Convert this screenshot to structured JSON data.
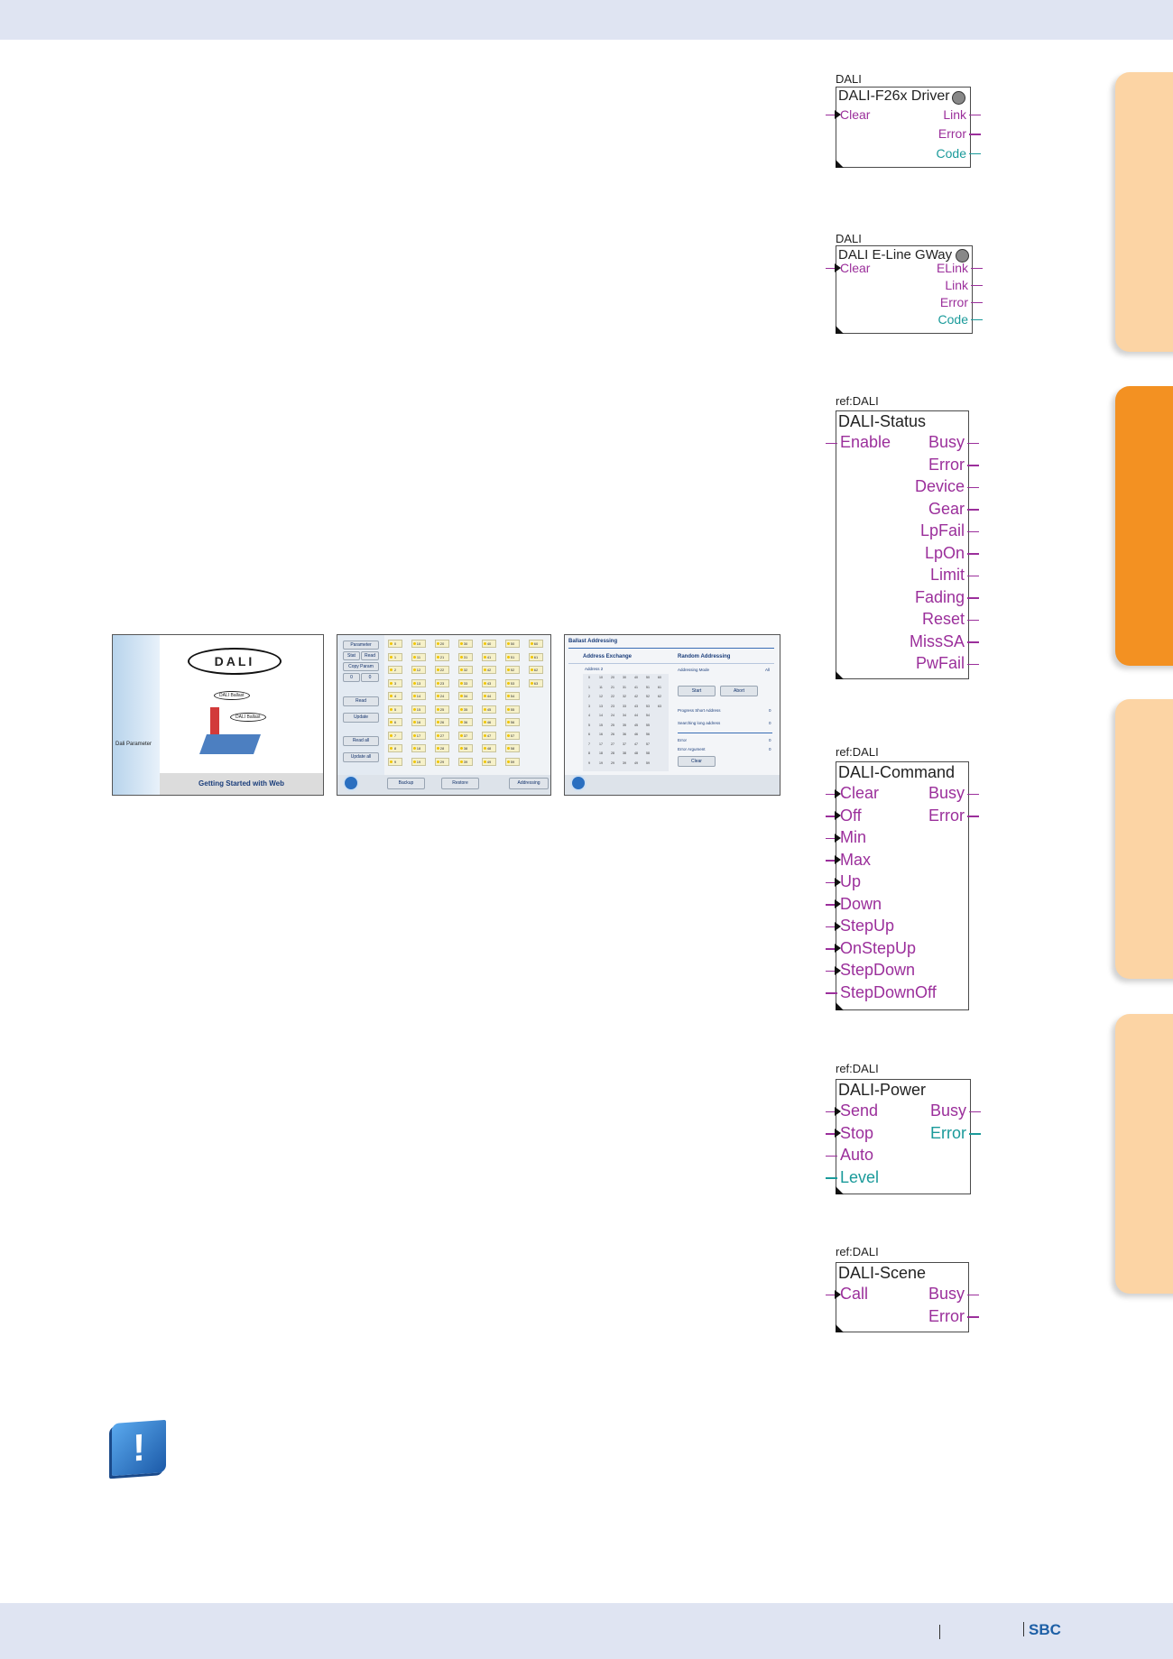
{
  "footer": {
    "brand": "SBC"
  },
  "screenshots": {
    "s1": {
      "sidebar_label": "Dali Parameter",
      "logo": "DALI",
      "bubble_1": "DALI Ballast",
      "bubble_2": "DALI Ballast",
      "caption": "Getting Started with Web"
    },
    "s2": {
      "buttons": [
        "Parameter",
        "Stat",
        "Read",
        "Copy Param",
        "0",
        "0",
        "Read",
        "Update",
        "Read all",
        "Update all",
        "Backup",
        "Restore",
        "Addressing"
      ],
      "cells": [
        "0",
        "10",
        "20",
        "30",
        "40",
        "50",
        "60",
        "1",
        "11",
        "21",
        "31",
        "41",
        "51",
        "61",
        "2",
        "12",
        "22",
        "32",
        "42",
        "52",
        "62",
        "3",
        "13",
        "23",
        "33",
        "43",
        "53",
        "63",
        "4",
        "14",
        "24",
        "34",
        "44",
        "54",
        "5",
        "15",
        "25",
        "35",
        "45",
        "55",
        "6",
        "16",
        "26",
        "36",
        "46",
        "56",
        "7",
        "17",
        "27",
        "37",
        "47",
        "57",
        "8",
        "18",
        "28",
        "38",
        "48",
        "58",
        "9",
        "19",
        "29",
        "39",
        "49",
        "59"
      ]
    },
    "s3": {
      "title": "Ballast Addressing",
      "col_left": "Address Exchange",
      "col_right": "Random Addressing",
      "address_label": "Address 2",
      "addressing_mode_label": "Addressing Mode",
      "addressing_mode_value": "All",
      "start": "Start",
      "abort": "Abort",
      "progress_label": "Progress Short Address",
      "progress_value": "0",
      "searching_label": "Searching long address",
      "searching_value": "0",
      "error_label": "Error",
      "error_value": "0",
      "error_arg_label": "Error Argument",
      "error_arg_value": "0",
      "clear": "Clear"
    }
  },
  "blocks": [
    {
      "ref": "DALI",
      "title": "DALI-F26x Driver",
      "inputs": [
        {
          "label": "Clear",
          "arrow": true,
          "color": "magenta"
        }
      ],
      "outputs": [
        {
          "label": "Link",
          "color": "magenta"
        },
        {
          "label": "Error",
          "color": "magenta"
        },
        {
          "label": "Code",
          "color": "teal"
        }
      ]
    },
    {
      "ref": "DALI",
      "title": "DALI E-Line GWay",
      "inputs": [
        {
          "label": "Clear",
          "arrow": true,
          "color": "magenta"
        }
      ],
      "outputs": [
        {
          "label": "ELink",
          "color": "magenta"
        },
        {
          "label": "Link",
          "color": "magenta"
        },
        {
          "label": "Error",
          "color": "magenta"
        },
        {
          "label": "Code",
          "color": "teal"
        }
      ]
    },
    {
      "ref": "ref:DALI",
      "title": "DALI-Status",
      "inputs": [
        {
          "label": "Enable",
          "arrow": false,
          "color": "magenta"
        }
      ],
      "outputs": [
        {
          "label": "Busy",
          "color": "magenta"
        },
        {
          "label": "Error",
          "color": "magenta"
        },
        {
          "label": "Device",
          "color": "magenta"
        },
        {
          "label": "Gear",
          "color": "magenta"
        },
        {
          "label": "LpFail",
          "color": "magenta"
        },
        {
          "label": "LpOn",
          "color": "magenta"
        },
        {
          "label": "Limit",
          "color": "magenta"
        },
        {
          "label": "Fading",
          "color": "magenta"
        },
        {
          "label": "Reset",
          "color": "magenta"
        },
        {
          "label": "MissSA",
          "color": "magenta"
        },
        {
          "label": "PwFail",
          "color": "magenta"
        }
      ]
    },
    {
      "ref": "ref:DALI",
      "title": "DALI-Command",
      "inputs": [
        {
          "label": "Clear",
          "arrow": true,
          "color": "magenta"
        },
        {
          "label": "Off",
          "arrow": true,
          "color": "magenta"
        },
        {
          "label": "Min",
          "arrow": true,
          "color": "magenta"
        },
        {
          "label": "Max",
          "arrow": true,
          "color": "magenta"
        },
        {
          "label": "Up",
          "arrow": true,
          "color": "magenta"
        },
        {
          "label": "Down",
          "arrow": true,
          "color": "magenta"
        },
        {
          "label": "StepUp",
          "arrow": true,
          "color": "magenta"
        },
        {
          "label": "OnStepUp",
          "arrow": true,
          "color": "magenta"
        },
        {
          "label": "StepDown",
          "arrow": true,
          "color": "magenta"
        },
        {
          "label": "StepDownOff",
          "arrow": false,
          "color": "magenta"
        }
      ],
      "outputs": [
        {
          "label": "Busy",
          "color": "magenta"
        },
        {
          "label": "Error",
          "color": "magenta"
        }
      ]
    },
    {
      "ref": "ref:DALI",
      "title": "DALI-Power",
      "inputs": [
        {
          "label": "Send",
          "arrow": true,
          "color": "magenta"
        },
        {
          "label": "Stop",
          "arrow": true,
          "color": "magenta"
        },
        {
          "label": "Auto",
          "arrow": false,
          "color": "magenta"
        },
        {
          "label": "Level",
          "arrow": false,
          "color": "teal"
        }
      ],
      "outputs": [
        {
          "label": "Busy",
          "color": "magenta"
        },
        {
          "label": "Error",
          "color": "teal"
        }
      ]
    },
    {
      "ref": "ref:DALI",
      "title": "DALI-Scene",
      "inputs": [
        {
          "label": "Call",
          "arrow": true,
          "color": "magenta"
        }
      ],
      "outputs": [
        {
          "label": "Busy",
          "color": "magenta"
        },
        {
          "label": "Error",
          "color": "magenta"
        }
      ]
    }
  ],
  "colors": {
    "pin": "#9b2f9b",
    "teal": "#1a9a9a",
    "tab_active": "#f39122",
    "tab": "#fcd4a4",
    "band": "#dfe4f2"
  },
  "note_icon": "exclamation-icon"
}
